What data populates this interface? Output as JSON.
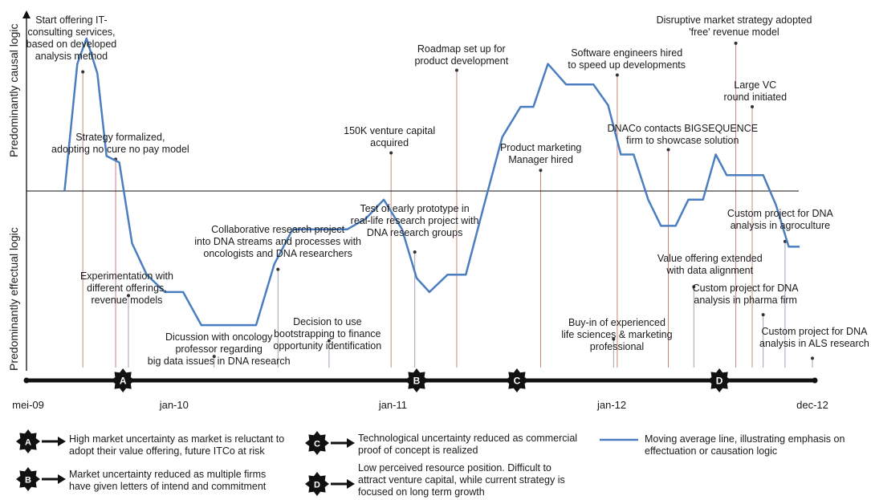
{
  "chart_data": {
    "type": "line",
    "y_axis_top_label": "Predominantly causal logic",
    "y_axis_bottom_label": "Predominantly effectual logic",
    "x_ticks": [
      {
        "label": "mei-09",
        "month": 0
      },
      {
        "label": "jan-10",
        "month": 8
      },
      {
        "label": "jan-11",
        "month": 20
      },
      {
        "label": "jan-12",
        "month": 32
      },
      {
        "label": "dec-12",
        "month": 43
      }
    ],
    "xlim": [
      0,
      43
    ],
    "ylim": [
      -100,
      100
    ],
    "series": [
      {
        "name": "Moving average line, illustrating emphasis on effectuation or causation logic",
        "x": [
          2,
          2.7,
          3.2,
          3.8,
          4.3,
          5.0,
          5.7,
          6.5,
          7.5,
          8.5,
          9.5,
          10.5,
          11.5,
          12.5,
          13.5,
          14.5,
          15.5,
          16.5,
          17.5,
          18.5,
          19.5,
          20.5,
          21.3,
          22.0,
          23.0,
          24.0,
          25.0,
          26.0,
          27.0,
          27.7,
          28.5,
          29.5,
          30.2,
          31.0,
          31.8,
          32.5,
          33.2,
          34.0,
          34.7,
          35.5,
          36.2,
          37.0,
          37.7,
          38.3,
          39.0,
          39.8,
          40.3,
          41.0,
          41.7,
          42.3
        ],
        "y": [
          0,
          80,
          96,
          74,
          22,
          18,
          -30,
          -48,
          -58,
          -58,
          -77,
          -77,
          -77,
          -77,
          -42,
          -22,
          -22,
          -22,
          -22,
          -16,
          -5,
          -22,
          -50,
          -58,
          -48,
          -48,
          -8,
          34,
          53,
          53,
          80,
          67,
          67,
          67,
          54,
          23,
          23,
          -5,
          -20,
          -20,
          -5,
          -5,
          23,
          10,
          10,
          10,
          10,
          -8,
          -32,
          -32
        ]
      }
    ],
    "annotations": [
      {
        "text": "Start offering IT-\nconsulting services,\nbased on developed\nanalysis method",
        "month": 3.0,
        "y": 75
      },
      {
        "text": "Strategy formalized,\nadopting no cure no pay model",
        "month": 4.8,
        "y": 20
      },
      {
        "text": "Experimentation with\ndifferent offerings,\nrevenue models",
        "month": 5.5,
        "y": -60
      },
      {
        "text": "Dicussion with oncology\nprofessor regarding\nbig data issues in DNA research",
        "month": 10.2,
        "y": -95
      },
      {
        "text": "Collaborative research project\ninto DNA streams and processes with\noncologists and DNA researchers",
        "month": 13.7,
        "y": -45
      },
      {
        "text": "Decision to use\nbootstrapping to finance\nopportunity identification",
        "month": 16.5,
        "y": -86
      },
      {
        "text": "150K venture capital\nacquired",
        "month": 19.9,
        "y": 24
      },
      {
        "text": "Test of early prototype in\nreal-life research project with\nDNA research groups",
        "month": 21.2,
        "y": -35
      },
      {
        "text": "Roadmap set up for\nproduct development",
        "month": 23.5,
        "y": 76
      },
      {
        "text": "Product marketing\nManager hired",
        "month": 28.1,
        "y": 13
      },
      {
        "text": "Software engineers hired\nto speed up developments",
        "month": 32.3,
        "y": 73
      },
      {
        "text": "Buy-in of experienced\nlife sciences & marketing\nprofessional",
        "month": 32.1,
        "y": -85
      },
      {
        "text": "DNACo contacts BIGSEQUENCE\nfirm to showcase solution",
        "month": 35.1,
        "y": 26
      },
      {
        "text": "Value offering extended\nwith data alignment",
        "month": 36.5,
        "y": -55
      },
      {
        "text": "Disruptive market strategy adopted\n'free' revenue model",
        "month": 38.8,
        "y": 93
      },
      {
        "text": "Large VC\nround initiated",
        "month": 39.7,
        "y": 53
      },
      {
        "text": "Custom project for DNA\nanalysis in agroculture",
        "month": 41.5,
        "y": -29
      },
      {
        "text": "Custom project for DNA\nanalysis in pharma firm",
        "month": 40.3,
        "y": -71
      },
      {
        "text": "Custom project for DNA\nanalysis in ALS research",
        "month": 43.0,
        "y": -96
      }
    ],
    "phase_markers": [
      {
        "label": "A",
        "month": 5.2
      },
      {
        "label": "B",
        "month": 21.3
      },
      {
        "label": "C",
        "month": 26.8
      },
      {
        "label": "D",
        "month": 37.9
      }
    ]
  },
  "legend": {
    "items": [
      {
        "badge": "A",
        "text": "High market uncertainty as market is reluctant to\nadopt their value offering, future ITCo at risk"
      },
      {
        "badge": "B",
        "text": "Market uncertainty reduced as multiple firms\nhave given letters of intend and commitment"
      },
      {
        "badge": "C",
        "text": "Technological uncertainty reduced as commercial\nproof of concept is realized"
      },
      {
        "badge": "D",
        "text": "Low perceived resource position. Difficult to\nattract venture capital, while current strategy is\nfocused on long term growth"
      }
    ],
    "line_entry": "Moving average line, illustrating emphasis on\neffectuation or causation logic"
  },
  "colors": {
    "series": "#4a7ec0",
    "pin_causal": "#c9847e",
    "pin_effectual": "#9aa3b5",
    "axis": "#111111",
    "badge": "#111111"
  }
}
